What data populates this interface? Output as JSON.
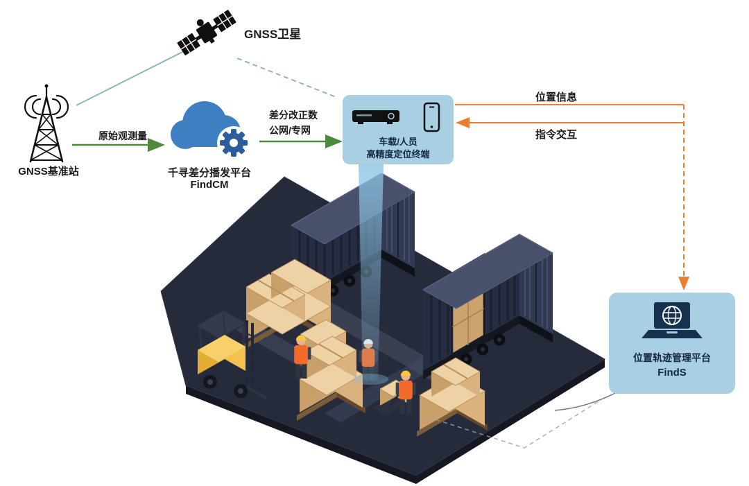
{
  "nodes": {
    "satellite": {
      "label": "GNSS卫星",
      "icon": "satellite-icon"
    },
    "base_station": {
      "label": "GNSS基准站",
      "icon": "radio-tower-icon"
    },
    "cloud": {
      "line1": "千寻差分播发平台",
      "line2": "FindCM",
      "icon": "cloud-gear-icon"
    },
    "terminal": {
      "line1": "车载/人员",
      "line2": "高精度定位终端",
      "icons": [
        "receiver-device-icon",
        "smartphone-icon"
      ]
    },
    "management": {
      "line1": "位置轨迹管理平台",
      "line2": "FindS",
      "icon": "laptop-globe-icon"
    }
  },
  "links": {
    "raw_observation": {
      "label": "原始观测量",
      "color": "#4b8b3b",
      "style": "solid-arrow"
    },
    "correction": {
      "line1": "差分改正数",
      "line2": "公网/专网",
      "color": "#4b8b3b",
      "style": "solid-arrow"
    },
    "satellite_to_station": {
      "color": "#8ab5c1",
      "style": "solid"
    },
    "satellite_to_terminal": {
      "color": "#8ab5c1",
      "style": "dashed"
    },
    "position_info": {
      "label": "位置信息",
      "color": "#ed7d31",
      "style": "solid-then-dashed"
    },
    "command": {
      "label": "指令交互",
      "color": "#ed7d31",
      "style": "solid-arrow"
    }
  },
  "scene": {
    "name": "container-yard-illustration",
    "elements": [
      "shipping-container",
      "shipping-container",
      "forklift",
      "pallet-boxes",
      "workers",
      "pallet-jack",
      "positioning-beam",
      "zone-marking"
    ]
  },
  "colors": {
    "arrow_green": "#4b8b3b",
    "arrow_orange": "#ed7d31",
    "gnss_link_blue": "#8ab5c1",
    "bubble_blue": "#a9cfe2",
    "cloud_blue": "#3e7fc1",
    "cloud_gear_blue": "#2a5d9c",
    "container_navy": "#272d40",
    "beam_blue": "#8cc3e3",
    "box_tan": "#dab27d",
    "forklift_yellow": "#e5ad33",
    "text_dark": "#1b1b1b",
    "bubble_text": "#12293f"
  }
}
